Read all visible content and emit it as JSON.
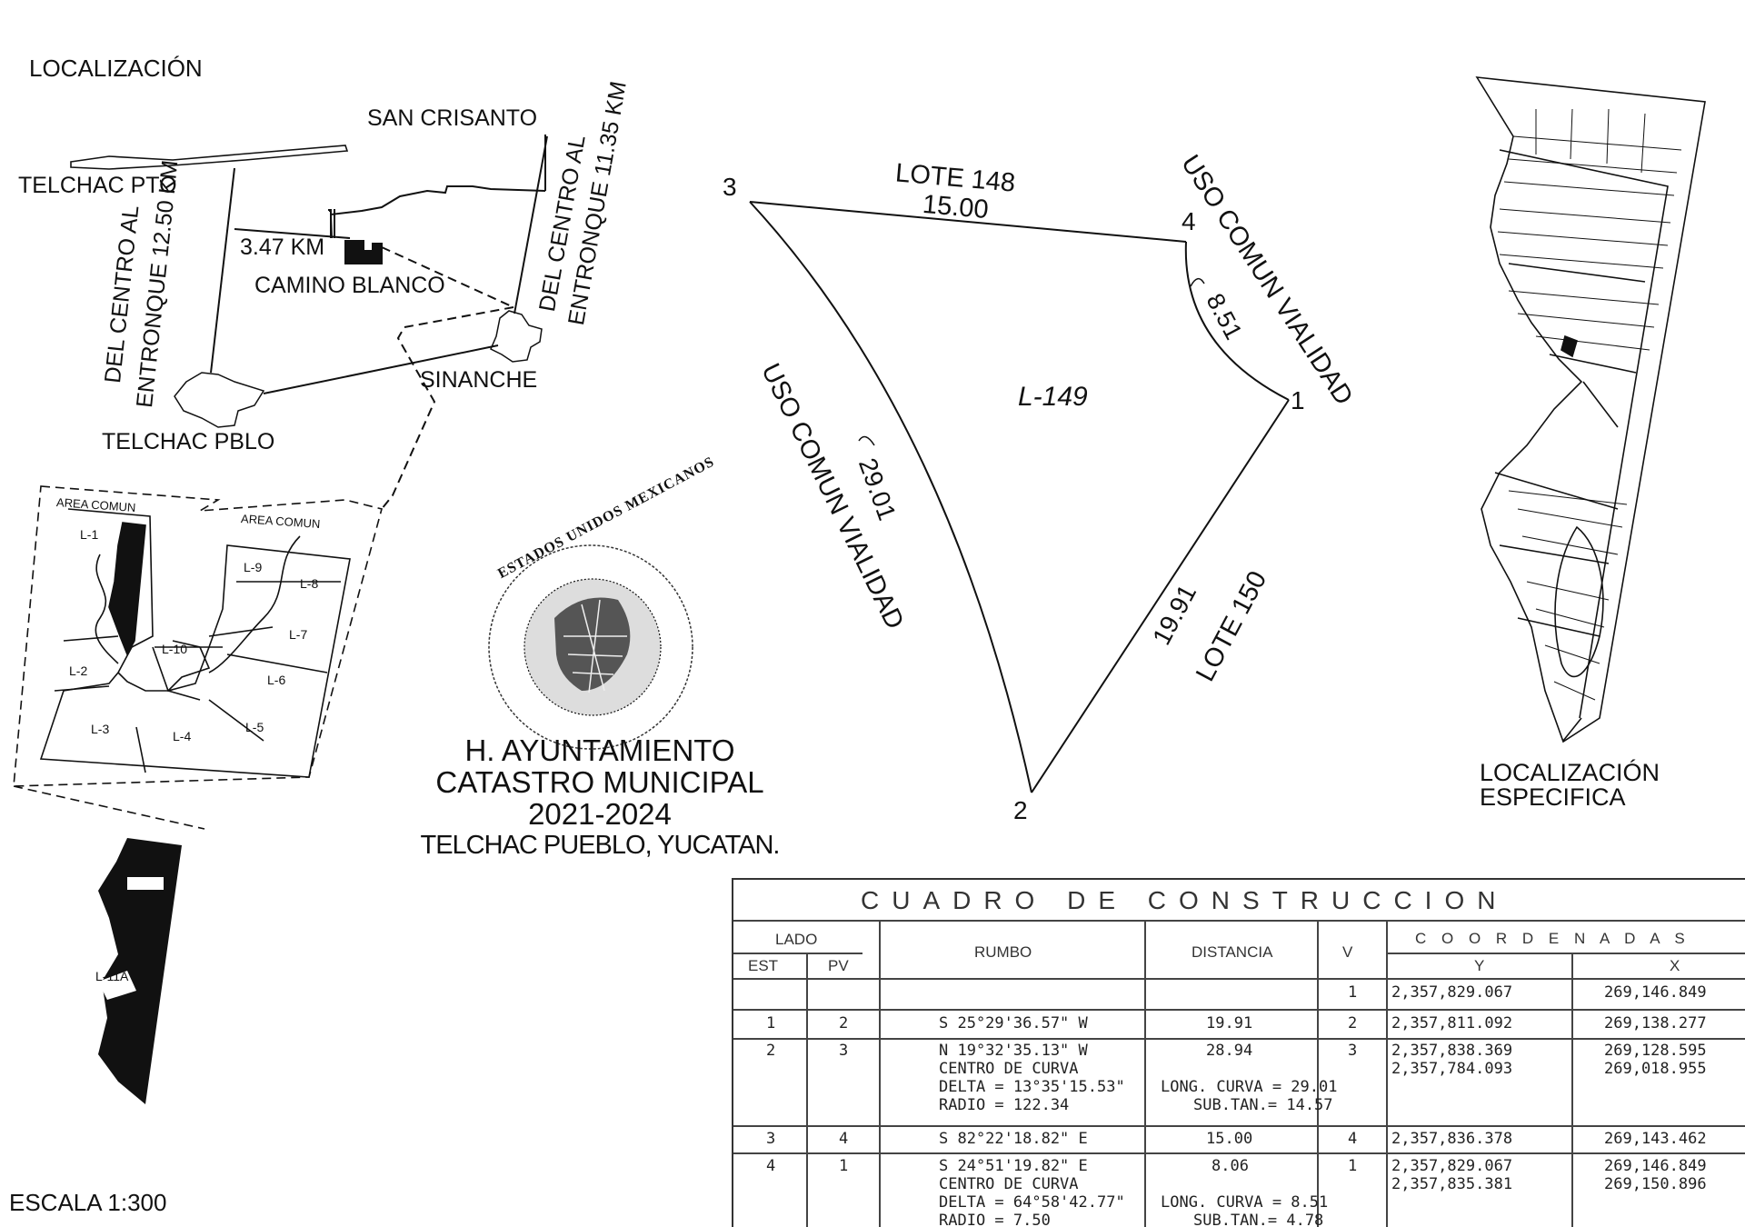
{
  "labels": {
    "localizacion": "LOCALIZACIÓN",
    "san_crisanto": "SAN CRISANTO",
    "telchac_pto": "TELCHAC PTO",
    "del_centro_1": "DEL CENTRO AL",
    "entronque_1": "ENTRONQUE 12.50 KM",
    "distance": "3.47 KM",
    "camino_blanco": "CAMINO BLANCO",
    "del_centro_2": "DEL CENTRO AL",
    "entronque_2": "ENTRONQUE 11.35 KM",
    "sinanche": "SINANCHE",
    "telchac_pblo": "TELCHAC PBLO",
    "area_comun_1": "AREA COMUN",
    "area_comun_2": "AREA COMUN",
    "lots": [
      "L-1",
      "L-9",
      "L-8",
      "L-7",
      "L-10",
      "L-6",
      "L-2",
      "L-3",
      "L-4",
      "L-5",
      "L-11A"
    ],
    "escala": "ESCALA 1:300",
    "seal_text": "ESTADOS UNIDOS MEXICANOS",
    "lot_main": "L-149",
    "lote_148": "LOTE 148",
    "dim_15": "15.00",
    "uso_comun_right": "USO COMUN VIALIDAD",
    "dim_851": "8.51",
    "uso_comun_left": "USO COMUN VIALIDAD",
    "dim_2901": "29.01",
    "dim_1991": "19.91",
    "lote_150": "LOTE 150",
    "v1": "1",
    "v2": "2",
    "v3": "3",
    "v4": "4",
    "loc_especifica_1": "LOCALIZACIÓN",
    "loc_especifica_2": "ESPECIFICA"
  },
  "title_block": {
    "line1": "H. AYUNTAMIENTO",
    "line2": "CATASTRO MUNICIPAL",
    "line3": "2021-2024",
    "line4": "TELCHAC PUEBLO, YUCATAN."
  },
  "table": {
    "title": "CUADRO DE CONSTRUCCION",
    "h_lado": "LADO",
    "h_est": "EST",
    "h_pv": "PV",
    "h_rumbo": "RUMBO",
    "h_distancia": "DISTANCIA",
    "h_v": "V",
    "h_coordenadas": "C O O R D E N A D A S",
    "h_y": "Y",
    "h_x": "X",
    "rows": [
      {
        "est": "",
        "pv": "",
        "rumbo": "",
        "dist": "",
        "v": "1",
        "y": "2,357,829.067",
        "x": "269,146.849"
      },
      {
        "est": "1",
        "pv": "2",
        "rumbo": "S 25°29'36.57\" W",
        "dist": "19.91",
        "v": "2",
        "y": "2,357,811.092",
        "x": "269,138.277"
      },
      {
        "est": "2",
        "pv": "3",
        "rumbo": "N 19°32'35.13\" W",
        "dist": "28.94",
        "v": "3",
        "y": "2,357,838.369",
        "x": "269,128.595"
      },
      {
        "est": "3",
        "pv": "4",
        "rumbo": "S 82°22'18.82\" E",
        "dist": "15.00",
        "v": "4",
        "y": "2,357,836.378",
        "x": "269,143.462"
      },
      {
        "est": "4",
        "pv": "1",
        "rumbo": "S 24°51'19.82\" E",
        "dist": "8.06",
        "v": "1",
        "y": "2,357,829.067",
        "x": "269,146.849"
      }
    ],
    "curve_a": {
      "centro": "CENTRO DE CURVA",
      "delta": "DELTA = 13°35'15.53\"",
      "radio": "RADIO = 122.34",
      "long": "LONG. CURVA = 29.01",
      "subtan": "SUB.TAN.= 14.57",
      "y": "2,357,784.093",
      "x": "269,018.955"
    },
    "curve_b": {
      "centro": "CENTRO DE CURVA",
      "delta": "DELTA = 64°58'42.77\"",
      "radio": "RADIO = 7.50",
      "long": "LONG. CURVA = 8.51",
      "subtan": "SUB.TAN.= 4.78",
      "y": "2,357,835.381",
      "x": "269,150.896"
    }
  }
}
